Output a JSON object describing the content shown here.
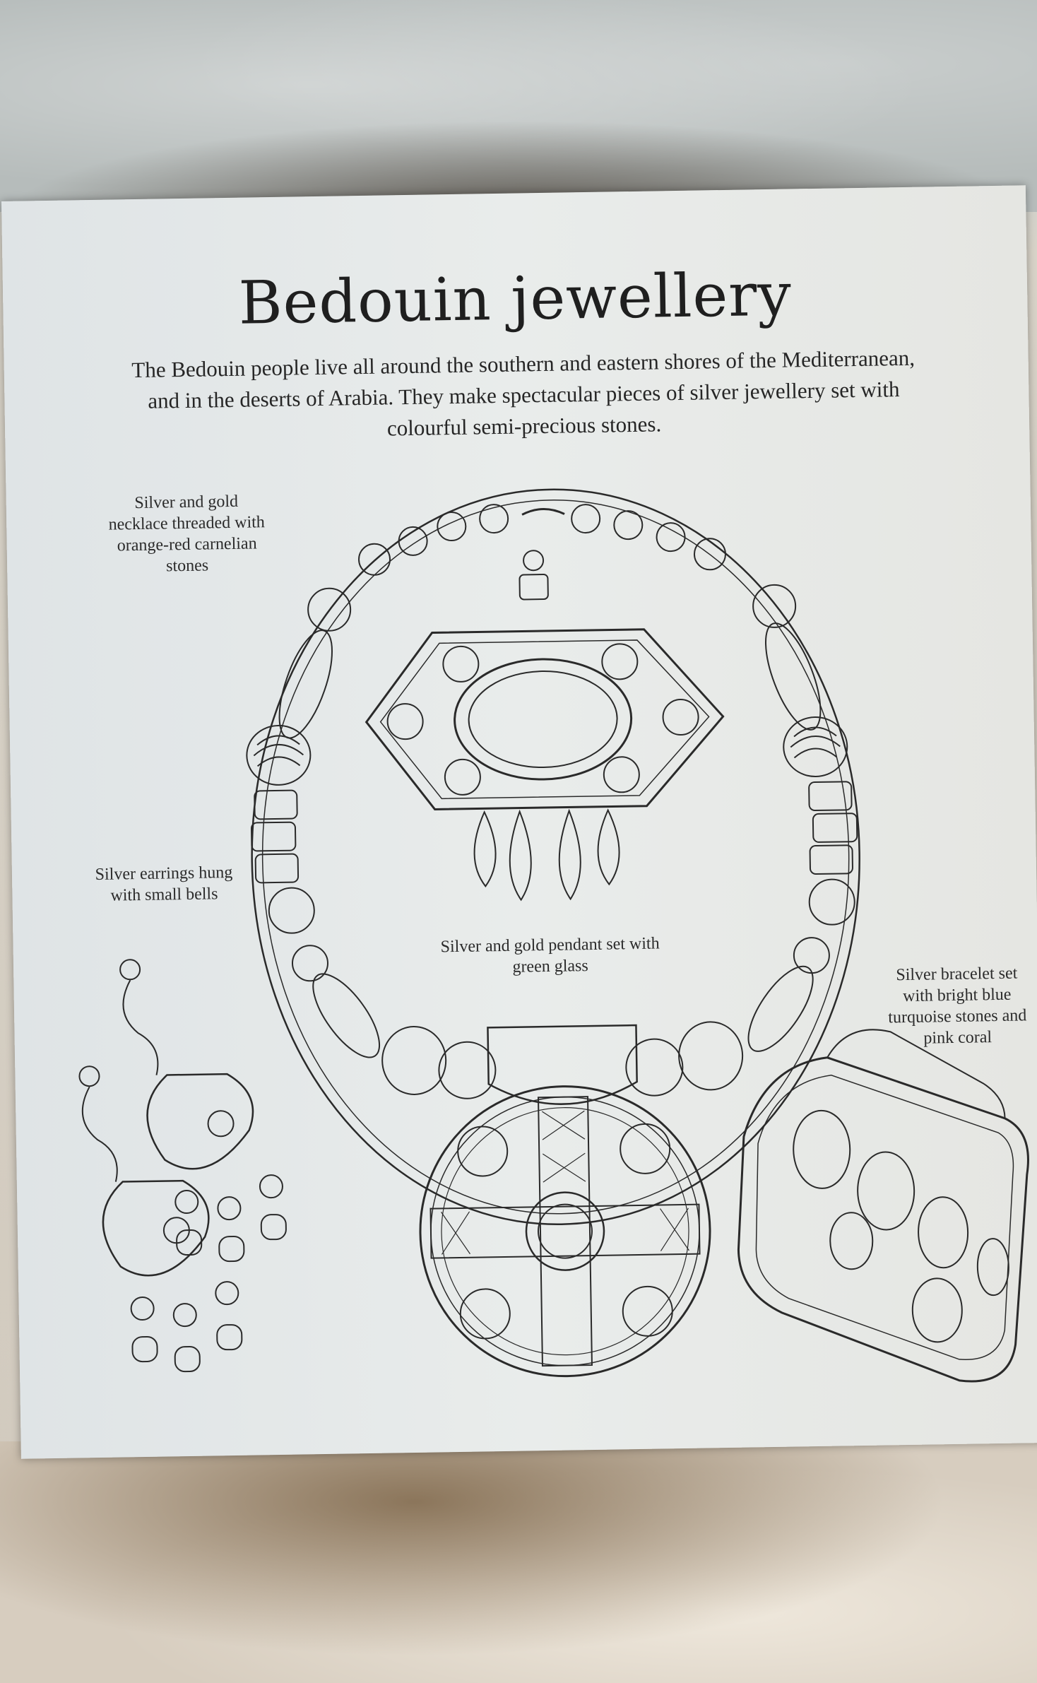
{
  "page": {
    "title": "Bedouin jewellery",
    "intro": "The Bedouin people live all around the southern and eastern shores of the Mediterranean, and in the deserts of Arabia. They make spectacular pieces of silver jewellery set with colourful semi-precious stones."
  },
  "captions": {
    "necklace": "Silver and gold necklace threaded with orange-red carnelian stones",
    "earrings": "Silver earrings hung with small bells",
    "pendant": "Silver and gold pendant set with green glass",
    "bracelet": "Silver bracelet set with bright blue turquoise stones and pink coral"
  },
  "illustrations": {
    "necklace": "necklace-drawing",
    "pendant_top": "hexagon-pendant-drawing",
    "pendant_round": "round-pendant-drawing",
    "earrings": "earrings-drawing",
    "bracelet": "bracelet-drawing"
  },
  "colors": {
    "ink": "#2a2a2a",
    "paper": "#e8eaea"
  }
}
